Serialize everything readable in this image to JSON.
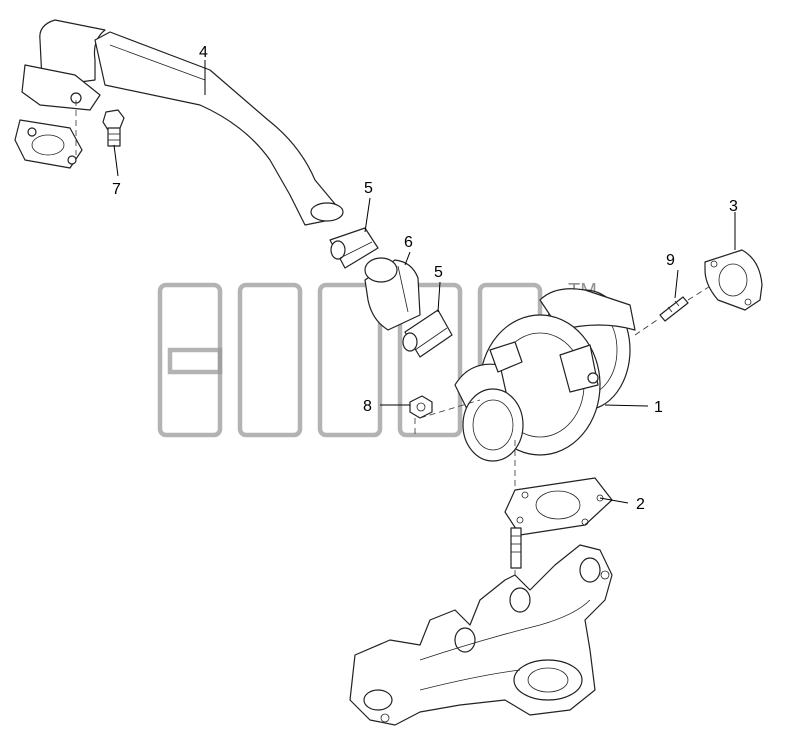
{
  "callouts": [
    {
      "id": "c1",
      "label": "1"
    },
    {
      "id": "c2",
      "label": "2"
    },
    {
      "id": "c3",
      "label": "3"
    },
    {
      "id": "c4",
      "label": "4"
    },
    {
      "id": "c5a",
      "label": "5"
    },
    {
      "id": "c5b",
      "label": "5"
    },
    {
      "id": "c6",
      "label": "6"
    },
    {
      "id": "c7",
      "label": "7"
    },
    {
      "id": "c8",
      "label": "8"
    },
    {
      "id": "c9",
      "label": "9"
    }
  ],
  "watermark": {
    "trademark": "TM"
  }
}
